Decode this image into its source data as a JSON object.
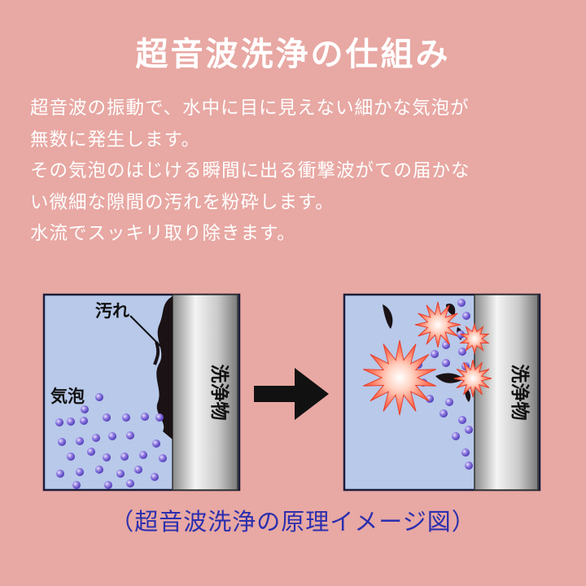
{
  "title": "超音波洗浄の仕組み",
  "description": [
    "超音波の振動で、水中に目に見えない細かな気泡が",
    "無数に発生します。",
    "その気泡のはじける瞬間に出る衝撃波がての届かな",
    "い微細な隙間の汚れを粉砕します。",
    "水流でスッキリ取り除きます。"
  ],
  "diagram": {
    "before": {
      "dirt_label": "汚れ",
      "bubble_label": "気泡",
      "object_label": "洗浄物"
    },
    "after": {
      "object_label": "洗浄物"
    }
  },
  "caption": "（超音波洗浄の原理イメージ図）",
  "colors": {
    "background": "#e8a8a3",
    "water": "#b8c9ea",
    "caption": "#2b2fae",
    "bubble": "#6d57c9",
    "burst": "#f2513f"
  }
}
